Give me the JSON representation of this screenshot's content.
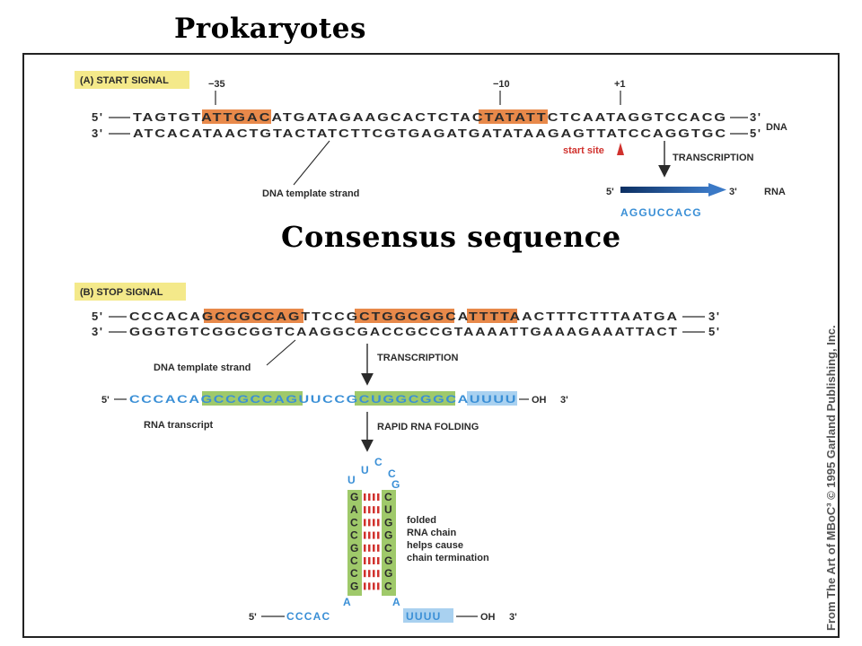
{
  "title": "Prokaryotes",
  "subtitle": "Consensus sequence",
  "panel_a": {
    "tag": "(A) START SIGNAL",
    "positions": {
      "minus35": "−35",
      "minus10": "−10",
      "plus1": "+1"
    },
    "top_strand": {
      "five": "5'",
      "three": "3'",
      "seq_pre": "TAGTGTA",
      "seq_box1": "TTGACA",
      "seq_mid": "TGATAGAAGCACTCTAC",
      "seq_box2": "TATATT",
      "seq_post": "CTCAATAGGTCCACG"
    },
    "bottom_strand": {
      "three": "3'",
      "five": "5'",
      "seq": "ATCACATAACTGTACTATCTTCGTGAGATGATATAAGAGTTATCCAGGTGC"
    },
    "dna_label": "DNA",
    "start_site": "start site",
    "transcription": "TRANSCRIPTION",
    "template_label": "DNA template strand",
    "rna_five": "5'",
    "rna_three": "3'",
    "rna_label": "RNA",
    "rna_seq": "AGGUCCACG"
  },
  "panel_b": {
    "tag": "(B) STOP SIGNAL",
    "top_strand": {
      "five": "5'",
      "three": "3'",
      "seq_pre": "CCCACA",
      "seq_box1": "GCCGCCAG",
      "seq_mid": "TTCCG",
      "seq_box2": "CTGGCGGC",
      "seq_a": "A",
      "seq_box3": "TTTT",
      "seq_post": "AACTTTCTTTAATGA"
    },
    "bottom_strand": {
      "three": "3'",
      "five": "5'",
      "seq": "GGGTGTCGGCGGTCAAGGCGACCGCCGTAAAATTGAAAGAAATTACT"
    },
    "template_label": "DNA template strand",
    "transcription": "TRANSCRIPTION",
    "transcript": {
      "five": "5'",
      "pre": "CCCACA",
      "box1": "GCCGCCAG",
      "mid": "UUCCG",
      "box2": "CUGGCGGC",
      "a": "A",
      "box3": "UUUU",
      "oh": "OH",
      "three": "3'"
    },
    "transcript_label": "RNA transcript",
    "folding": "RAPID RNA FOLDING",
    "loop": {
      "u_left": "U",
      "c_top": "C",
      "c_right": "C",
      "u_top": "U",
      "g_right": "G"
    },
    "stem_left": [
      "G",
      "A",
      "C",
      "C",
      "G",
      "C",
      "C",
      "G"
    ],
    "stem_right": [
      "C",
      "U",
      "G",
      "G",
      "C",
      "G",
      "G",
      "C"
    ],
    "folded_note": [
      "folded",
      "RNA chain",
      "helps cause",
      "chain termination"
    ],
    "bottom": {
      "five": "5'",
      "seq": "CCCAC",
      "a_left": "A",
      "a_right": "A",
      "uuuu": "UUUU",
      "oh": "OH",
      "three": "3'"
    }
  },
  "credit": "From The Art of MBoC³ © 1995 Garland Publishing, Inc."
}
